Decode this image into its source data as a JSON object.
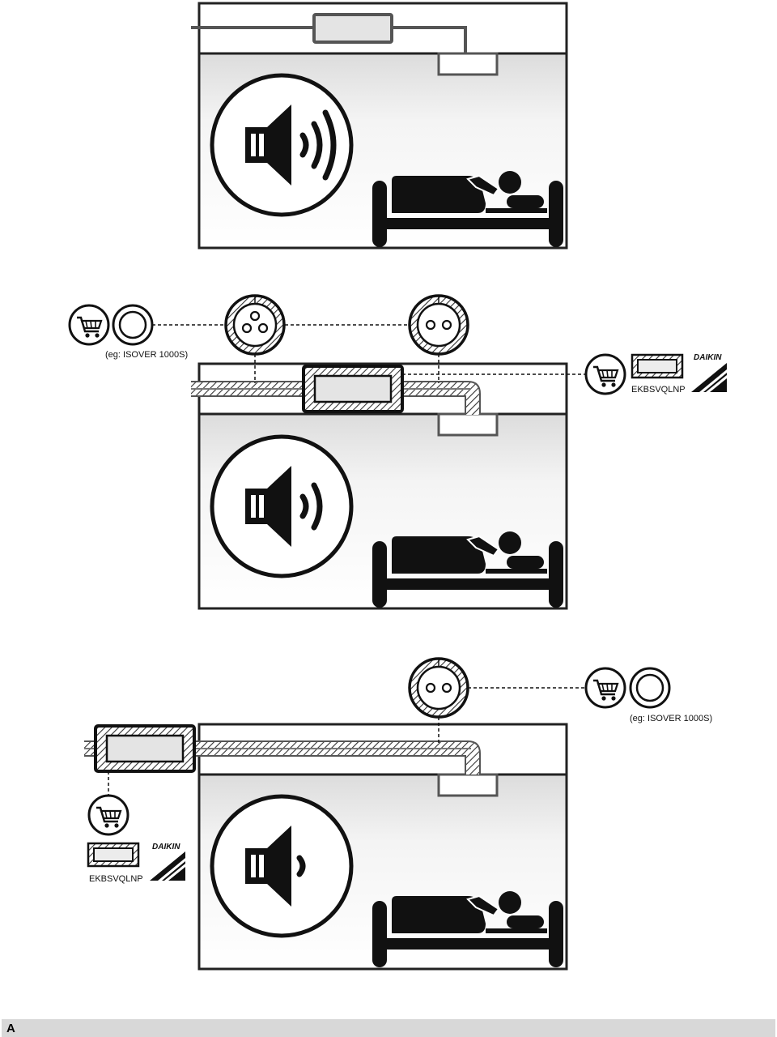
{
  "panel1": {
    "sound_level": "loud"
  },
  "panel2": {
    "sound_level": "medium",
    "insulation_example": "(eg: ISOVER 1000S)",
    "kit_code": "EKBSVQLNP",
    "brand": "DAIKIN"
  },
  "panel3": {
    "sound_level": "quiet",
    "insulation_example": "(eg: ISOVER 1000S)",
    "kit_code": "EKBSVQLNP",
    "brand": "DAIKIN"
  },
  "footer": {
    "label": "A"
  },
  "colors": {
    "line": "#222222",
    "room_fill": "#f2f2f2",
    "box_fill": "#e4e4e4",
    "footer_bar": "#d8d8d8"
  },
  "icons": [
    "speaker-icon",
    "sound-wave-icon",
    "sleeping-person-icon",
    "bed-icon",
    "cart-icon",
    "insulation-ring-icon",
    "pipe-cross-section-icon",
    "daikin-logo-icon"
  ]
}
